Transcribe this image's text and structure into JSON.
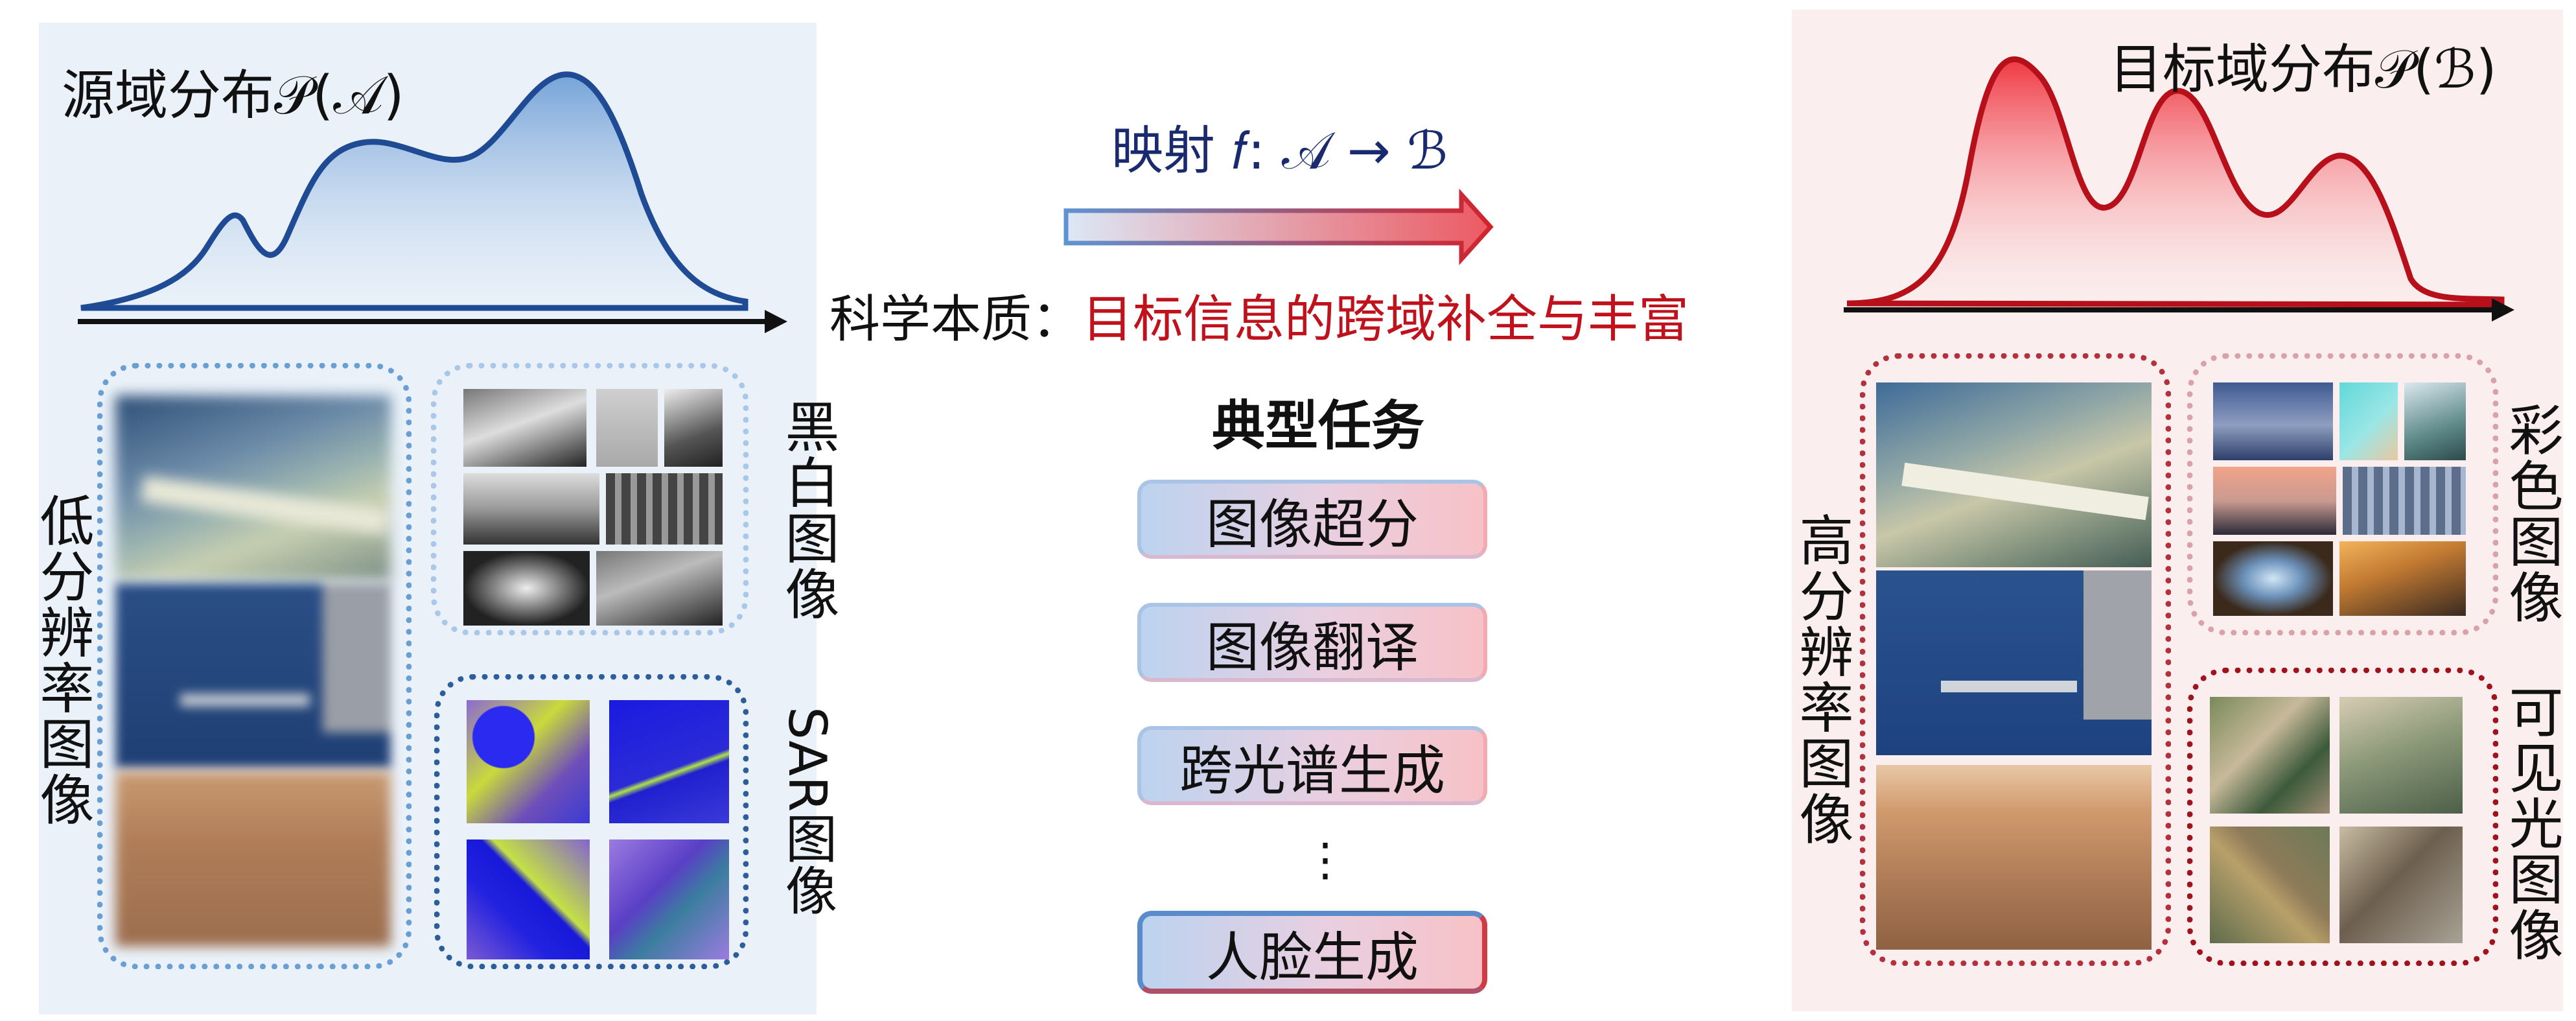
{
  "source": {
    "title": "源域分布𝒫(𝒜)",
    "left_label": "低分辨率图像",
    "mid_label": "黑白图像",
    "sar_label": "SAR图像"
  },
  "target": {
    "title": "目标域分布𝒫(ℬ)",
    "left_label": "高分辨率图像",
    "mid_label": "彩色图像",
    "bottom_label": "可见光图像"
  },
  "center": {
    "mapping": "映射 𝑓: 𝒜 → ℬ",
    "essence_prefix": "科学本质：",
    "essence_highlight": "目标信息的跨域补全与丰富",
    "tasks_heading": "典型任务",
    "tasks": [
      "图像超分",
      "图像翻译",
      "跨光谱生成",
      "人脸生成"
    ],
    "ellipsis": "⋮"
  },
  "colors": {
    "source_curve": "#1f4a94",
    "target_curve": "#c0121c",
    "mapping_text": "#1a2a6e",
    "essence_highlight": "#c0121c"
  }
}
